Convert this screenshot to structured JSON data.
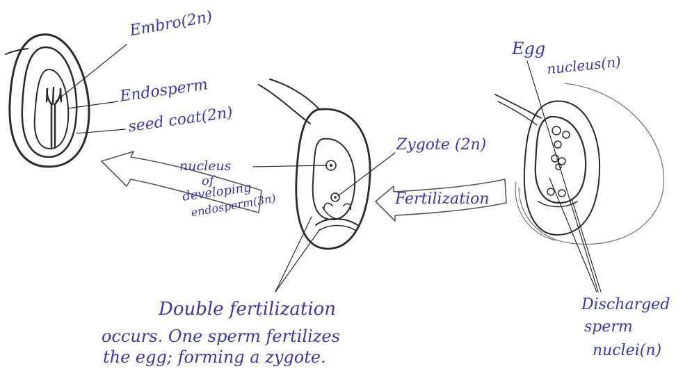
{
  "labels": {
    "embryo": "Embro(2n)",
    "endosperm": "Endosperm",
    "seed_coat": "seed coat(2n)",
    "egg": "Egg",
    "nucleus_n": "nucleus(n)",
    "zygote": "Zygote (2n)",
    "nucleus": "nucleus",
    "of": "of",
    "developing": "developing",
    "endosperm_3n": "endosperm(3n)",
    "fertilization": "Fertilization",
    "double_fertilization": "Double fertilization",
    "caption_line2": "occurs. One sperm fertilizes",
    "caption_line3": "the egg; forming a zygote.",
    "discharged": "Discharged",
    "sperm": "sperm",
    "nuclei": "nuclei(n)"
  },
  "colors": {
    "ink": "#2a2a2a",
    "pen_blue": "#3b3a9a",
    "pencil": "#555555"
  }
}
